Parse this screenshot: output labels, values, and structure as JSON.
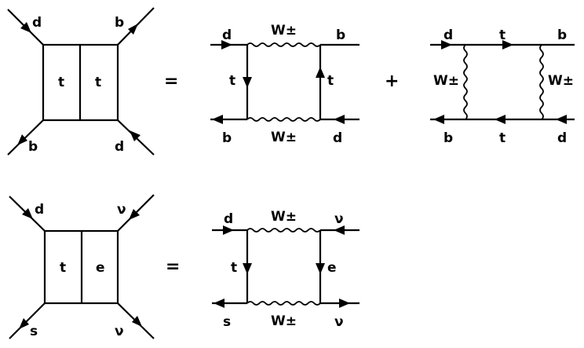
{
  "panels": {
    "row1": {
      "box": {
        "corner_labels": {
          "top_left": "d",
          "top_right": "b",
          "bottom_left": "b",
          "bottom_right": "d"
        },
        "inner_labels": [
          "t",
          "t"
        ]
      },
      "equals": "=",
      "diagram_a": {
        "top_left": "d",
        "top_right": "b",
        "bottom_left": "b",
        "bottom_right": "d",
        "top_boson": "W±",
        "bottom_boson": "W±",
        "left_line": "t",
        "right_line": "t"
      },
      "plus": "+",
      "diagram_b": {
        "top_left": "d",
        "top_mid": "t",
        "top_right": "b",
        "bottom_left": "b",
        "bottom_mid": "t",
        "bottom_right": "d",
        "left_boson": "W±",
        "right_boson": "W±"
      }
    },
    "row2": {
      "box": {
        "corner_labels": {
          "top_left": "d",
          "top_right": "ν",
          "bottom_left": "s",
          "bottom_right": "ν"
        },
        "inner_labels": [
          "t",
          "e"
        ]
      },
      "equals": "=",
      "diagram_a": {
        "top_left": "d",
        "top_right": "ν",
        "bottom_left": "s",
        "bottom_right": "ν",
        "top_boson": "W±",
        "bottom_boson": "W±",
        "left_line": "t",
        "right_line": "e"
      }
    }
  }
}
